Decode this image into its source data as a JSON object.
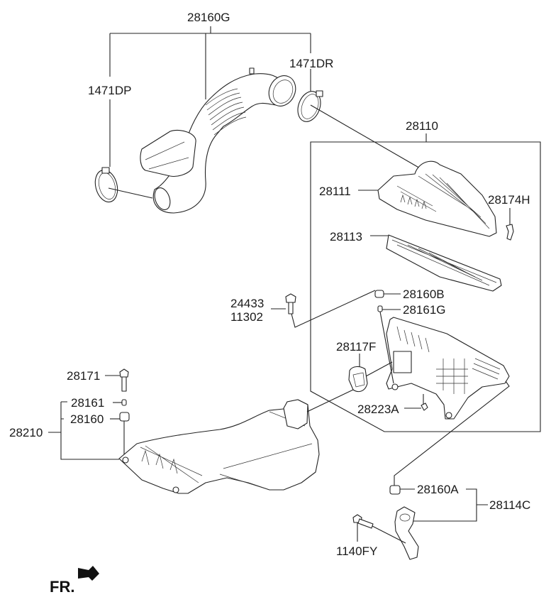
{
  "diagram": {
    "title": "Air Cleaner Assembly Parts Diagram",
    "direction_label": "FR.",
    "parts": {
      "p28160G": "28160G",
      "p1471DR": "1471DR",
      "p1471DP": "1471DP",
      "p28110": "28110",
      "p28111": "28111",
      "p28174H": "28174H",
      "p28113": "28113",
      "p24433": "24433",
      "p11302": "11302",
      "p28160B": "28160B",
      "p28161G": "28161G",
      "p28117F": "28117F",
      "p28223A": "28223A",
      "p28171": "28171",
      "p28161": "28161",
      "p28160": "28160",
      "p28210": "28210",
      "p28160A": "28160A",
      "p28114C": "28114C",
      "p1140FY": "1140FY"
    }
  }
}
